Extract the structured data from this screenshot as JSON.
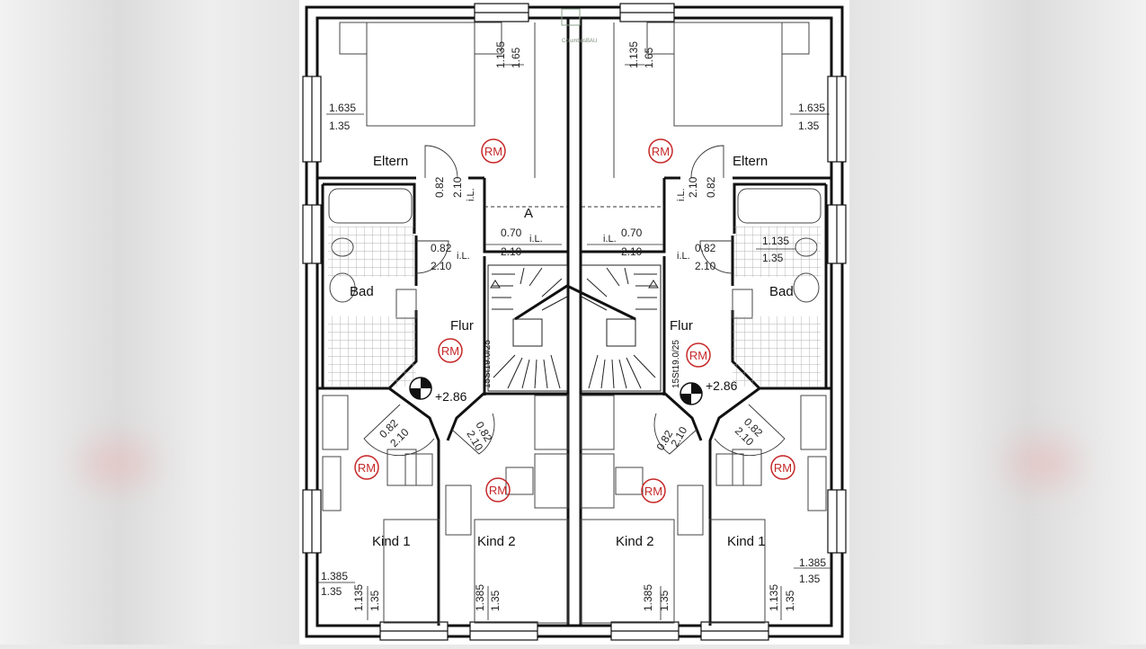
{
  "watermark": {
    "text": "ColumbusBAU"
  },
  "left_unit": {
    "rooms": {
      "eltern": "Eltern",
      "bad": "Bad",
      "flur": "Flur",
      "abstell": "A",
      "kind1": "Kind  1",
      "kind2": "Kind  2"
    },
    "rm_marker": "RM",
    "level": "+2.86",
    "stair_spec": "15St19.0/25",
    "window_dims": {
      "eltern_top": [
        "1.135",
        "1.65"
      ],
      "eltern_side": [
        "1.635",
        "1.35"
      ],
      "kind1_side": [
        "1.385",
        "1.35"
      ],
      "kind1_bottom": [
        "1.135",
        "1.35"
      ],
      "kind2_bottom": [
        "1.385",
        "1.35"
      ]
    },
    "door_dims": {
      "eltern": [
        "0.82",
        "2.10"
      ],
      "bad": [
        "0.82",
        "2.10"
      ],
      "abstell": [
        "0.70",
        "2.10"
      ],
      "kind1": [
        "0.82",
        "2.10"
      ],
      "kind2": [
        "0.82",
        "2.10"
      ]
    },
    "il_label": "i.L."
  },
  "right_unit": {
    "rooms": {
      "eltern": "Eltern",
      "bad": "Bad",
      "flur": "Flur",
      "kind1": "Kind  1",
      "kind2": "Kind  2"
    },
    "rm_marker": "RM",
    "level": "+2.86",
    "stair_spec": "15St19.0/25",
    "window_dims": {
      "eltern_top": [
        "1.135",
        "1.65"
      ],
      "eltern_side": [
        "1.635",
        "1.35"
      ],
      "bad_side": [
        "1.135",
        "1.35"
      ],
      "kind1_side": [
        "1.385",
        "1.35"
      ],
      "kind1_bottom": [
        "1.135",
        "1.35"
      ],
      "kind2_bottom": [
        "1.385",
        "1.35"
      ]
    },
    "door_dims": {
      "eltern": [
        "2.10",
        "0.82"
      ],
      "bad": [
        "0.82",
        "2.10"
      ],
      "abstell": [
        "0.70",
        "2.10"
      ],
      "kind1": [
        "0.82",
        "2.10"
      ],
      "kind2": [
        "0.82",
        "2.10"
      ]
    },
    "il_label": "i.L."
  },
  "colors": {
    "wall": "#111111",
    "rm": "#c62828",
    "tile": "#9a9a9a",
    "paper": "#ffffff"
  }
}
